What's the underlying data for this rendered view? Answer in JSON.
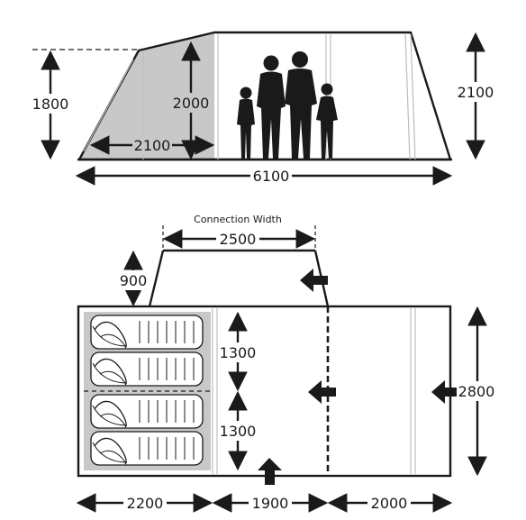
{
  "side_view": {
    "height_rear": "1800",
    "height_bedroom": "2000",
    "height_main": "2100",
    "depth_bedroom": "2100",
    "total_length": "6100"
  },
  "floor_plan": {
    "connection_label": "Connection Width",
    "connection_width": "2500",
    "connection_offset": "900",
    "bay_upper": "1300",
    "bay_lower": "1300",
    "total_width": "2800",
    "len_bedroom": "2200",
    "len_middle": "1900",
    "len_front": "2000"
  },
  "colors": {
    "line": "#1a1a1a",
    "bedroom_fill": "#c8c8c8",
    "pole": "#bdbdbd"
  }
}
